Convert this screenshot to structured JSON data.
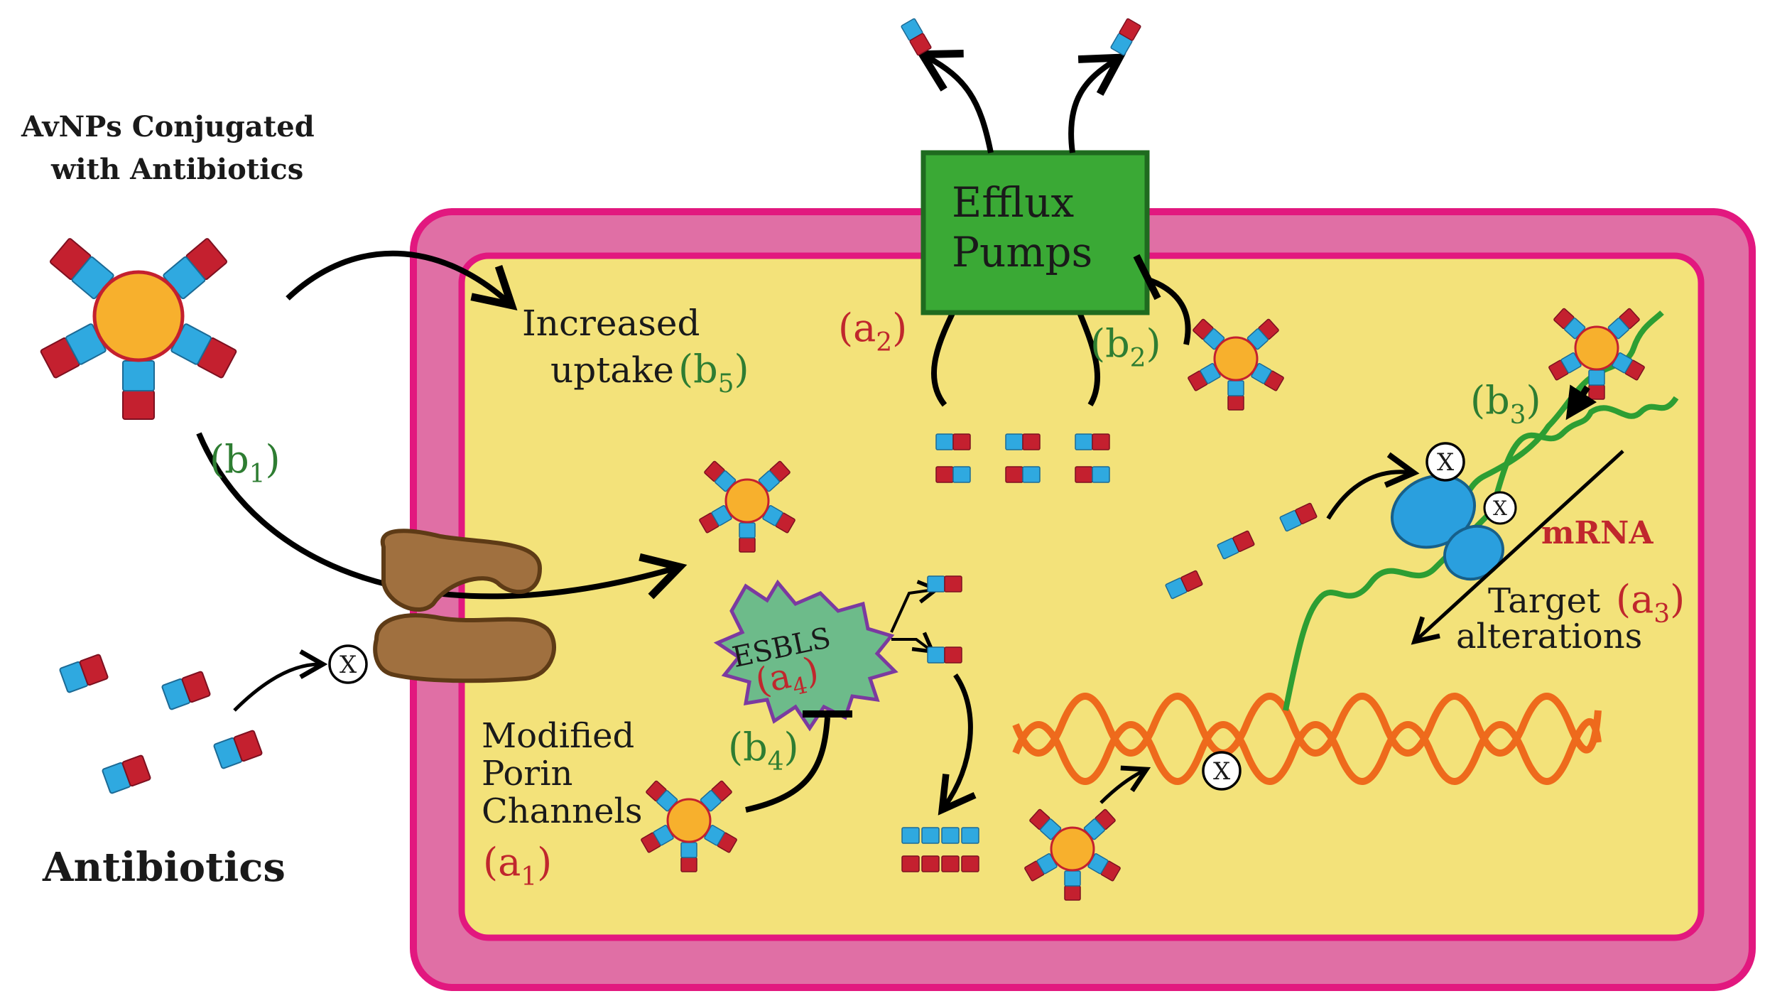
{
  "labels": {
    "avnp_title_line1": "AvNPs Conjugated",
    "avnp_title_line2": "with Antibiotics",
    "antibiotics": "Antibiotics",
    "increased_uptake_line1": "Increased",
    "increased_uptake_line2": "uptake",
    "b5_open": "(b",
    "b5_sub": "5",
    "b5_close": ")",
    "b1_open": "(b",
    "b1_sub": "1",
    "b1_close": ")",
    "efflux_line1": "Efflux",
    "efflux_line2": "Pumps",
    "a2_open": "(a",
    "a2_sub": "2",
    "a2_close": ")",
    "b2_open": "(b",
    "b2_sub": "2",
    "b2_close": ")",
    "b3_open": "(b",
    "b3_sub": "3",
    "b3_close": ")",
    "mrna": "mRNA",
    "target_line1": "Target",
    "target_line2": "alterations",
    "a3_open": "(a",
    "a3_sub": "3",
    "a3_close": ")",
    "esbls": "ESBLS",
    "a4_open": "(a",
    "a4_sub": "4",
    "a4_close": ")",
    "b4_open": "(b",
    "b4_sub": "4",
    "b4_close": ")",
    "modified_line1": "Modified",
    "modified_line2": "Porin",
    "modified_line3": "Channels",
    "a1_open": "(a",
    "a1_sub": "1",
    "a1_close": ")",
    "block_mark": "X"
  },
  "colors": {
    "cell_outer": "#e2187f",
    "cell_wall": "#e06fa5",
    "cytoplasm": "#f3e27a",
    "pump_fill": "#3aa935",
    "pump_border": "#1f6b1f",
    "antibiotic_blue": "#2fa9e0",
    "antibiotic_red": "#c4202f",
    "np_core": "#f7b02d",
    "porin": "#a0703f",
    "porin_border": "#5e3b16",
    "esbls_fill": "#6dbb8a",
    "esbls_border": "#7b3aa0",
    "dna": "#ee6a1c",
    "mrna_strand": "#2d9e33",
    "ribosome": "#2a9fde",
    "red_label": "#c0272d",
    "green_label": "#2e7d32"
  }
}
